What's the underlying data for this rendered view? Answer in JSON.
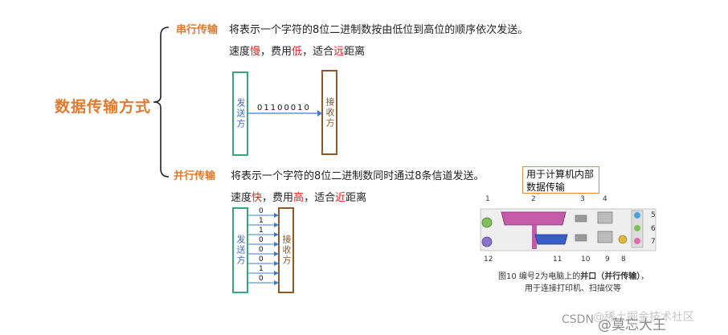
{
  "main_title": "数据传输方式",
  "serial": {
    "label": "串行传输",
    "desc": "将表示一个字符的8位二进制数按由低位到高位的顺序依次发送。",
    "speed_prefix": "速度",
    "speed_value": "慢",
    "cost_prefix": "，费用",
    "cost_value": "低",
    "range_prefix": "，适合",
    "range_value": "远",
    "range_suffix": "距离",
    "sender": "发送方",
    "receiver": "接收方",
    "bits": "01100010"
  },
  "parallel": {
    "label": "并行传输",
    "desc": "将表示一个字符的8位二进制数同时通过8条信道发送。",
    "speed_prefix": "速度",
    "speed_value": "快",
    "cost_prefix": "，费用",
    "cost_value": "高",
    "range_prefix": "，适合",
    "range_value": "近",
    "range_suffix": "距离",
    "sender": "发送方",
    "receiver": "接收方",
    "bits": [
      "0",
      "1",
      "1",
      "0",
      "0",
      "0",
      "1",
      "0"
    ]
  },
  "callout": "用于计算机内部数据传输",
  "port_figure": {
    "numbers": [
      "1",
      "2",
      "3",
      "4",
      "5",
      "6",
      "7",
      "8",
      "9",
      "10",
      "11",
      "12"
    ],
    "caption_line1_prefix": "图10  编号2为电脑上的",
    "caption_line1_bold": "并口（并行传输）",
    "caption_line1_suffix": "，",
    "caption_line2": "用于连接打印机、扫描仪等"
  },
  "watermark_left": "CSDN",
  "watermark_right": "@稀土掘金技术社区",
  "watermark_under": "@莫忘大王",
  "colors": {
    "orange": "#e07a2e",
    "red": "#e02020",
    "green": "#3aa57a",
    "brown": "#8a5a2a",
    "blue_arrow": "#3a7bd5"
  }
}
